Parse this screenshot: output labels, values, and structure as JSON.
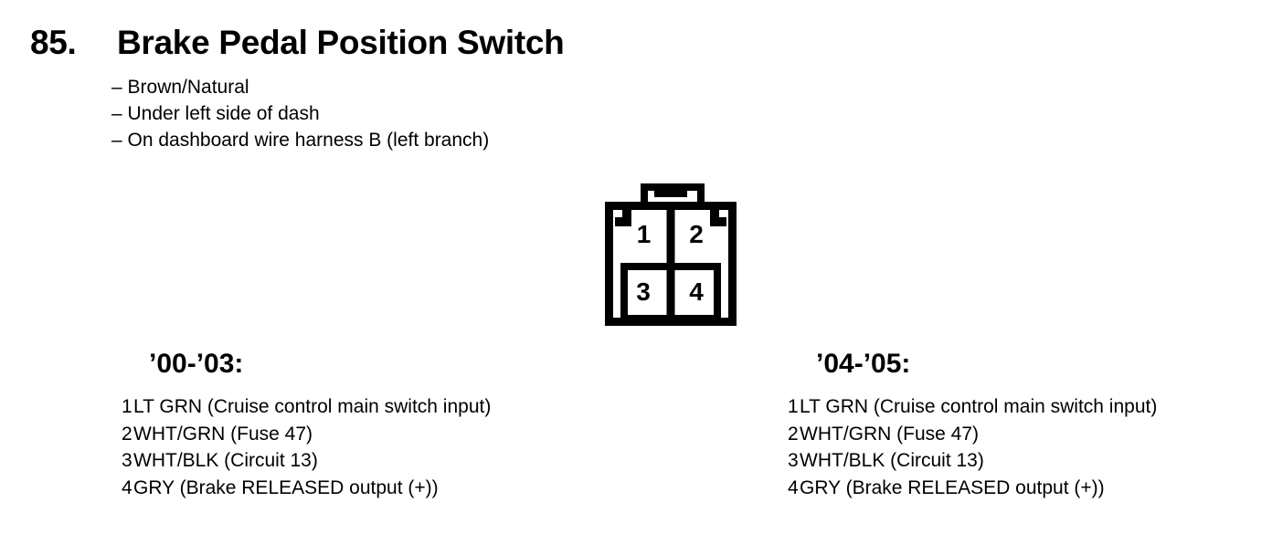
{
  "header": {
    "number": "85.",
    "title": "Brake Pedal Position Switch"
  },
  "notes": [
    "– Brown/Natural",
    "– Under left side of dash",
    "– On dashboard wire harness B (left branch)"
  ],
  "connector": {
    "type": "4-pin-connector-front-view",
    "pins": [
      "1",
      "2",
      "3",
      "4"
    ]
  },
  "pinouts": [
    {
      "years": "’00-’03:",
      "pins": [
        {
          "num": "1",
          "desc": "LT GRN (Cruise control main switch input)"
        },
        {
          "num": "2",
          "desc": "WHT/GRN (Fuse 47)"
        },
        {
          "num": "3",
          "desc": "WHT/BLK (Circuit 13)"
        },
        {
          "num": "4",
          "desc": "GRY (Brake RELEASED output (+))"
        }
      ]
    },
    {
      "years": "’04-’05:",
      "pins": [
        {
          "num": "1",
          "desc": "LT GRN (Cruise control main switch input)"
        },
        {
          "num": "2",
          "desc": "WHT/GRN (Fuse 47)"
        },
        {
          "num": "3",
          "desc": "WHT/BLK (Circuit 13)"
        },
        {
          "num": "4",
          "desc": "GRY (Brake RELEASED output (+))"
        }
      ]
    }
  ],
  "colors": {
    "ink": "#000000",
    "paper": "#ffffff"
  }
}
